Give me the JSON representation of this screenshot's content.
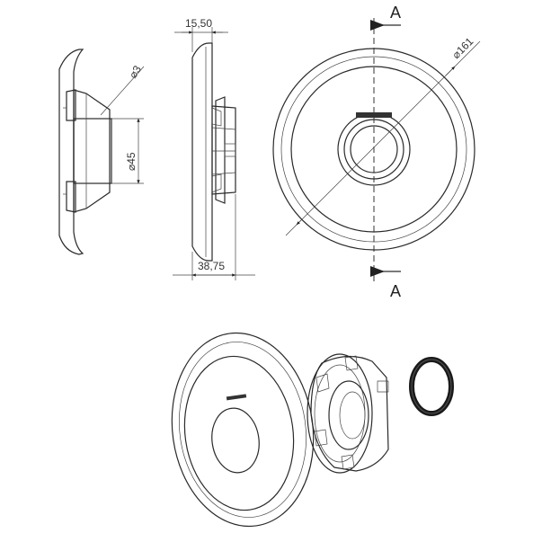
{
  "dimensions": {
    "flange_thickness": "15,50",
    "overall_depth": "38,75",
    "hole_diameter": "⌀3",
    "bore_diameter": "⌀45",
    "outer_diameter": "⌀161"
  },
  "section_marks": {
    "top": "A",
    "bottom": "A"
  },
  "colors": {
    "line": "#2a2a2a",
    "fill_light": "#f2f2f2",
    "fill_mid": "#d9d9d9",
    "fill_dark": "#8c8c8c",
    "ring": "#1a1a1a"
  }
}
